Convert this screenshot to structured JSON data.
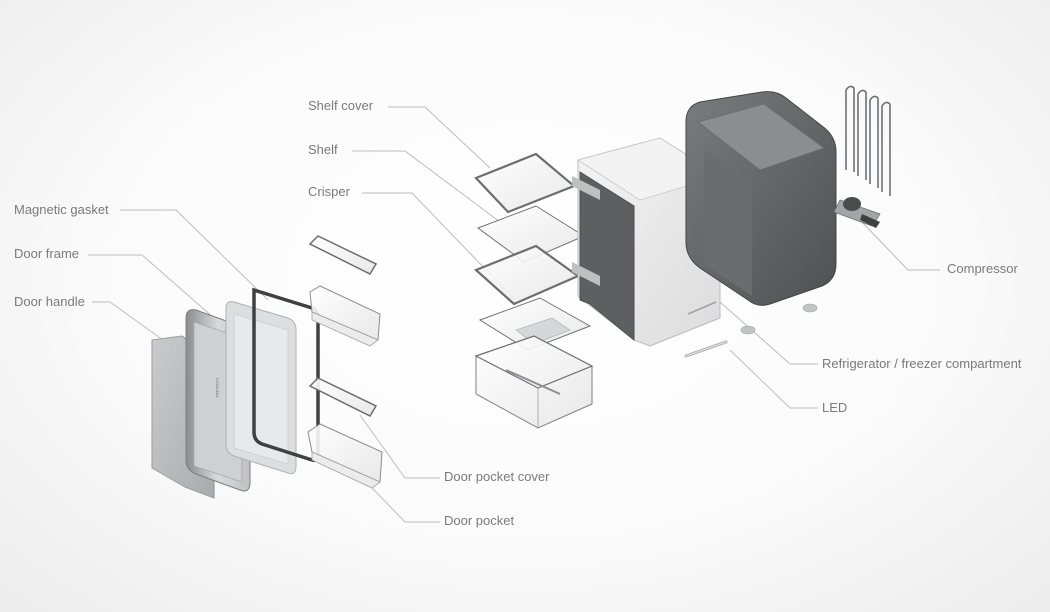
{
  "labels": {
    "shelf_cover": "Shelf cover",
    "shelf": "Shelf",
    "crisper": "Crisper",
    "magnetic_gasket": "Magnetic gasket",
    "door_frame": "Door frame",
    "door_handle": "Door handle",
    "compressor": "Compressor",
    "compartment": "Refrigerator / freezer compartment",
    "led": "LED",
    "door_pocket_cover": "Door pocket cover",
    "door_pocket": "Door pocket"
  },
  "door_brand_mark": "KOOLMAX",
  "colors": {
    "label_text": "#7a7a7a",
    "leader_line": "#bdbdbd",
    "outer_shell": "#5f6062",
    "inner_liner": "#e9e9ea",
    "door_panel": "#b8babc"
  }
}
